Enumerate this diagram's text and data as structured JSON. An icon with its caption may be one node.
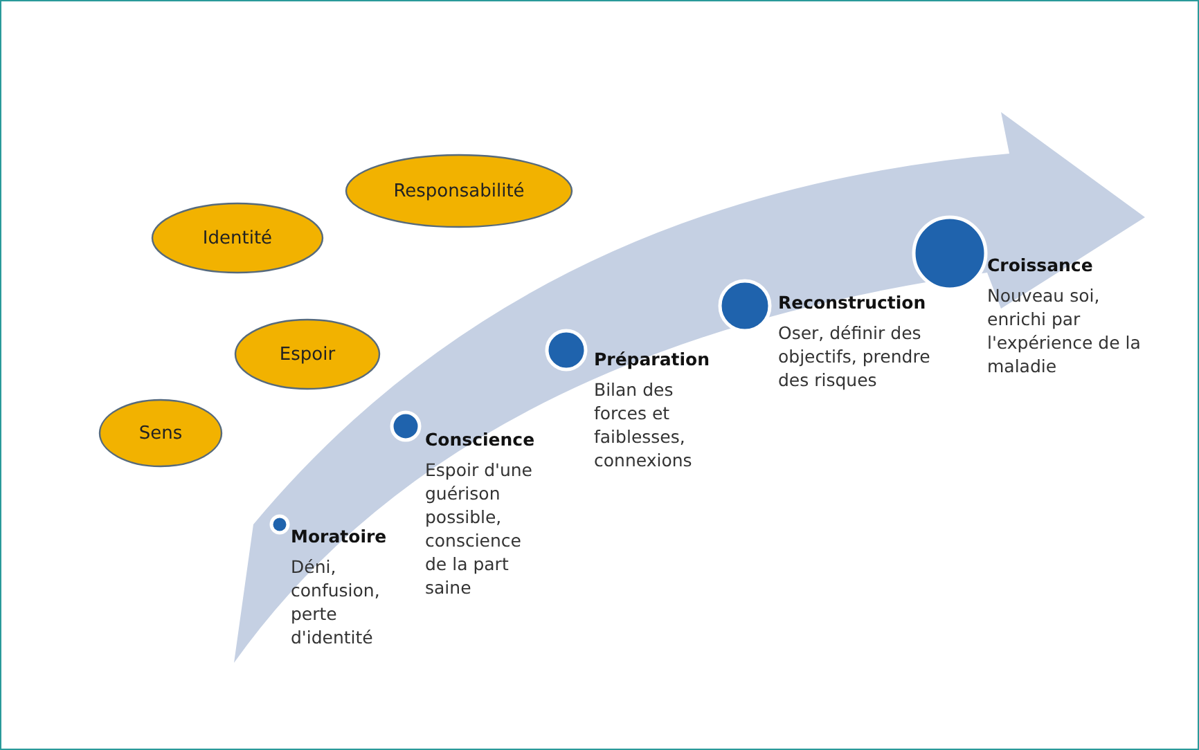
{
  "diagram": {
    "nodes": [
      {
        "text": [
          "Responsabilité"
        ]
      },
      {
        "text": [
          "Identité"
        ]
      },
      {
        "text": [
          "Espoir"
        ]
      },
      {
        "text": [
          "Sens"
        ]
      },
      {
        "text": [
          "Moratoire",
          "Déni, confusion, perte d'identité"
        ]
      },
      {
        "text": [
          "Conscience",
          "Espoir d'une guérison possible, conscience de la part saine"
        ]
      },
      {
        "text": [
          "Préparation",
          "Bilan des forces et faiblesses, connexions"
        ]
      },
      {
        "text": [
          "Reconstruction",
          "Oser, définir des objectifs, prendre des risques"
        ]
      },
      {
        "text": [
          "Croissance",
          "Nouveau soi, enrichi par l'expérience de la maladie"
        ]
      }
    ]
  }
}
